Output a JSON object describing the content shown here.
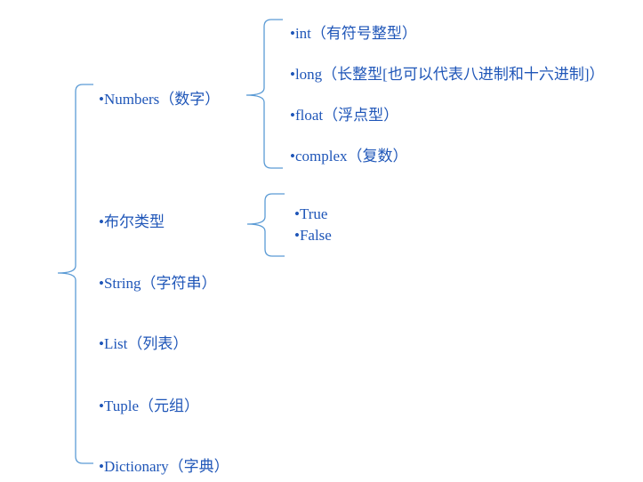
{
  "colors": {
    "text": "#1f56b8",
    "bracket": "#5b9bd5",
    "background": "#ffffff"
  },
  "root_children": [
    "•Numbers（数字）",
    "•布尔类型",
    "•String（字符串）",
    "•List（列表）",
    "•Tuple（元组）",
    "•Dictionary（字典）"
  ],
  "numbers_children": [
    "•int（有符号整型）",
    "•long（长整型[也可以代表八进制和十六进制]）",
    "•float（浮点型）",
    "•complex（复数）"
  ],
  "bool_children": [
    "•True",
    "•False"
  ]
}
